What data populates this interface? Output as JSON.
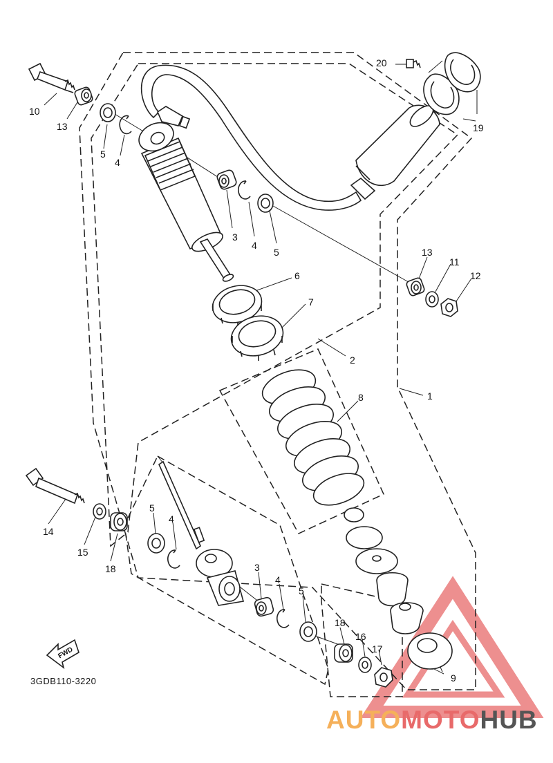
{
  "diagram_code": "3GDB110-3220",
  "fwd_label": "FWD",
  "watermark": {
    "part1": "AUTO",
    "part2": "MOTO",
    "part3": "HUB",
    "color_orange": "#f5b05a",
    "color_red": "#e86a6a",
    "color_gray": "#555555"
  },
  "callouts": {
    "c1": "1",
    "c2": "2",
    "c3a": "3",
    "c3b": "3",
    "c4a": "4",
    "c4b": "4",
    "c4c": "4",
    "c4d": "4",
    "c5a": "5",
    "c5b": "5",
    "c5c": "5",
    "c5d": "5",
    "c6": "6",
    "c7": "7",
    "c8": "8",
    "c9": "9",
    "c10": "10",
    "c11": "11",
    "c12": "12",
    "c13a": "13",
    "c13b": "13",
    "c14": "14",
    "c15": "15",
    "c16": "16",
    "c17": "17",
    "c18a": "18",
    "c18b": "18",
    "c19": "19",
    "c20": "20"
  }
}
